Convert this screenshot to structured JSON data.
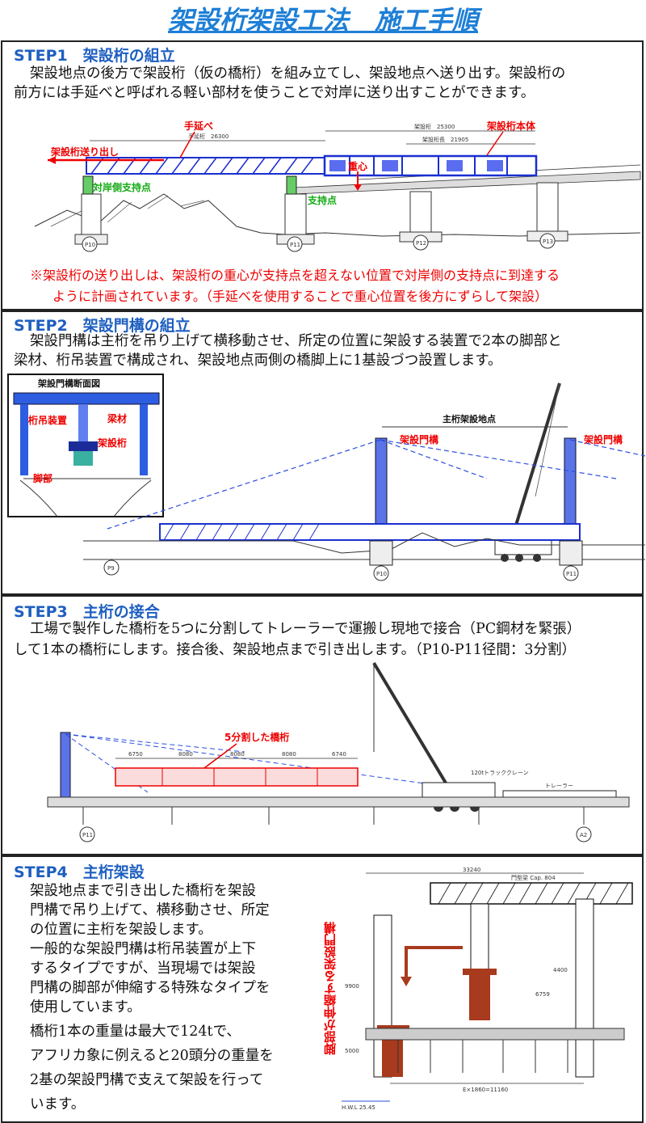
{
  "title": "架設桁架設工法　施工手順",
  "step1": {
    "heading": "STEP1　架設桁の組立",
    "line1": "架設地点の後方で架設桁（仮の橋桁）を組み立てし、架設地点へ送り出す。架設桁の",
    "line2": "前方には手延べと呼ばれる軽い部材を使うことで対岸に送り出すことができます。",
    "label_nose": "手延べ",
    "label_main": "架設桁本体",
    "label_launch": "架設桁送り出し",
    "label_cg": "重心",
    "label_far_support": "対岸側支持点",
    "label_support": "支持点",
    "dim_nose": "手延桁　26300",
    "dim_main": "架設桁　25300",
    "dim_sub": "架設桁長　21905",
    "piers": [
      "P10",
      "P11",
      "P12",
      "P13"
    ],
    "note1": "※架設桁の送り出しは、架設桁の重心が支持点を超えない位置で対岸側の支持点に到達する",
    "note2": "ように計画されています。（手延べを使用することで重心位置を後方にずらして架設）"
  },
  "step2": {
    "heading": "STEP2　架設門構の組立",
    "line1": "架設門構は主桁を吊り上げて横移動させ、所定の位置に架設する装置で2本の脚部と",
    "line2": "梁材、桁吊装置で構成され、架設地点両側の橋脚上に1基設づつ設置します。",
    "inset_title": "架設門構断面図",
    "inset_beam": "梁材",
    "inset_hanger": "桁吊装置",
    "inset_girder": "架設桁",
    "inset_leg": "脚部",
    "label_site": "主桁架設地点",
    "label_portal_left": "架設門構",
    "label_portal_right": "架設門構",
    "piers": [
      "P9",
      "P10",
      "P11"
    ]
  },
  "step3": {
    "heading": "STEP3　主桁の接合",
    "line1": "工場で製作した橋桁を5つに分割してトレーラーで運搬し現地で接合（PC鋼材を緊張）",
    "line2": "して1本の橋桁にします。接合後、架設地点まで引き出します。（P10-P11径間：3分割）",
    "label_split": "5分割した橋桁",
    "segment_dims": [
      "6750",
      "8080",
      "8080",
      "8080",
      "6740"
    ],
    "label_crane": "120tトラッククレーン",
    "label_trailer": "トレーラー",
    "piers": [
      "P11",
      "A2"
    ]
  },
  "step4": {
    "heading": "STEP4　主桁架設",
    "lines": [
      "架設地点まで引き出した橋桁を架設",
      "門構で吊り上げて、横移動させ、所定",
      "の位置に主桁を架設します。",
      "一般的な架設門構は桁吊装置が上下",
      "するタイプですが、当現場では架設",
      "門構の脚部が伸縮する特殊なタイプを",
      "使用しています。"
    ],
    "lines2": [
      "橋桁1本の重量は最大で124tで、",
      "アフリカ象に例えると20頭分の重量を",
      "2基の架設門構で支えて架設を行って",
      "います。"
    ],
    "vertical_label": "脚部が伸縮する架設門構",
    "dim_top": "33240",
    "dim_bottom": "E×1860=11160",
    "dim_height": "9900",
    "dim_lift": "4400",
    "dim_h2": "6759",
    "dim_base": "5000",
    "label_beam": "門型梁 Cap. 804",
    "label_hwl": "H.W.L 25.45"
  }
}
